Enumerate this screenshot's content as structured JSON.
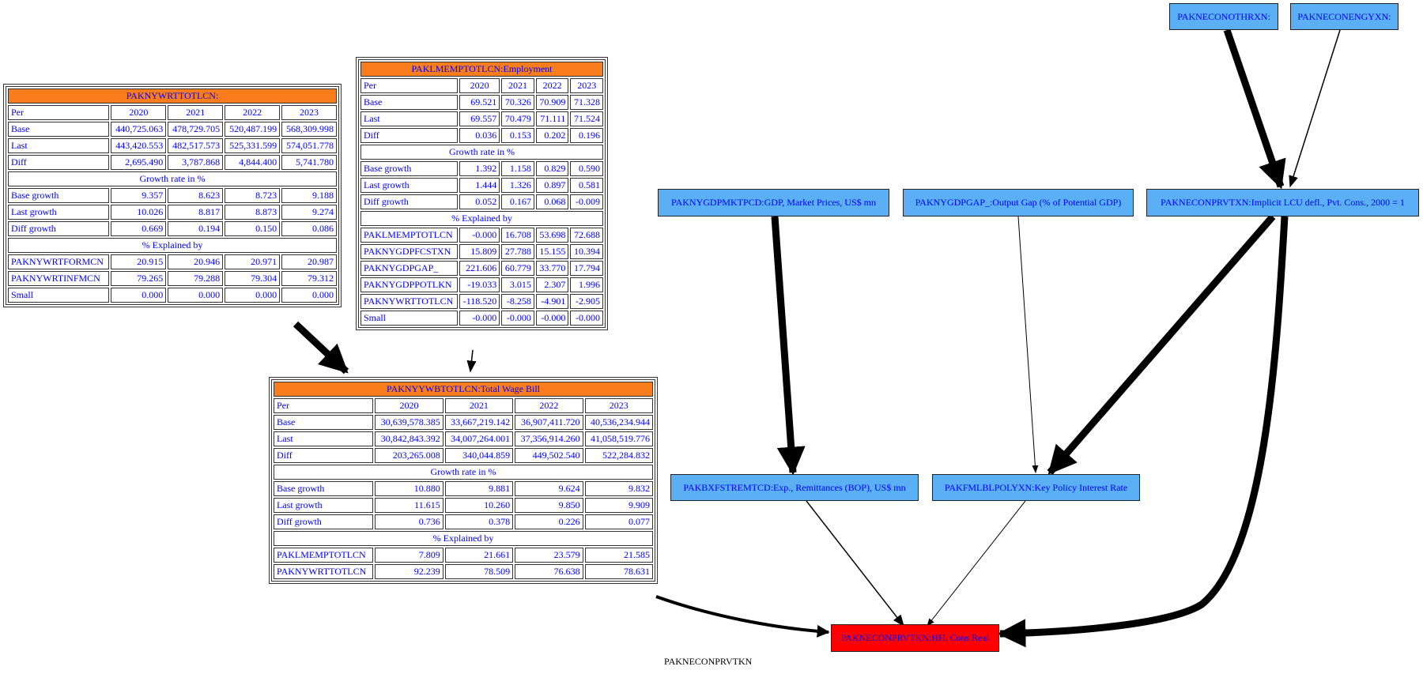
{
  "tables": {
    "wrt": {
      "title": "PAKNYWRTTOTLCN:",
      "header": [
        "Per",
        "2020",
        "2021",
        "2022",
        "2023"
      ],
      "rows1": [
        [
          "Base",
          "440,725.063",
          "478,729.705",
          "520,487.199",
          "568,309.998"
        ],
        [
          "Last",
          "443,420.553",
          "482,517.573",
          "525,331.599",
          "574,051.778"
        ],
        [
          "Diff",
          "2,695.490",
          "3,787.868",
          "4,844.400",
          "5,741.780"
        ]
      ],
      "growth_label": "Growth rate in %",
      "rows2": [
        [
          "Base growth",
          "9.357",
          "8.623",
          "8.723",
          "9.188"
        ],
        [
          "Last growth",
          "10.026",
          "8.817",
          "8.873",
          "9.274"
        ],
        [
          "Diff growth",
          "0.669",
          "0.194",
          "0.150",
          "0.086"
        ]
      ],
      "explained_label": "% Explained by",
      "rows3": [
        [
          "PAKNYWRTFORMCN",
          "20.915",
          "20.946",
          "20.971",
          "20.987"
        ],
        [
          "PAKNYWRTINFMCN",
          "79.265",
          "79.288",
          "79.304",
          "79.312"
        ],
        [
          "Small",
          "0.000",
          "0.000",
          "0.000",
          "0.000"
        ]
      ]
    },
    "emp": {
      "title": "PAKLMEMPTOTLCN:Employment",
      "header": [
        "Per",
        "2020",
        "2021",
        "2022",
        "2023"
      ],
      "rows1": [
        [
          "Base",
          "69.521",
          "70.326",
          "70.909",
          "71.328"
        ],
        [
          "Last",
          "69.557",
          "70.479",
          "71.111",
          "71.524"
        ],
        [
          "Diff",
          "0.036",
          "0.153",
          "0.202",
          "0.196"
        ]
      ],
      "growth_label": "Growth rate in %",
      "rows2": [
        [
          "Base growth",
          "1.392",
          "1.158",
          "0.829",
          "0.590"
        ],
        [
          "Last growth",
          "1.444",
          "1.326",
          "0.897",
          "0.581"
        ],
        [
          "Diff growth",
          "0.052",
          "0.167",
          "0.068",
          "-0.009"
        ]
      ],
      "explained_label": "% Explained by",
      "rows3": [
        [
          "PAKLMEMPTOTLCN",
          "-0.000",
          "16.708",
          "53.698",
          "72.688"
        ],
        [
          "PAKNYGDPFCSTXN",
          "15.809",
          "27.788",
          "15.155",
          "10.394"
        ],
        [
          "PAKNYGDPGAP_",
          "221.606",
          "60.779",
          "33.770",
          "17.794"
        ],
        [
          "PAKNYGDPPOTLKN",
          "-19.033",
          "3.015",
          "2.307",
          "1.996"
        ],
        [
          "PAKNYWRTTOTLCN",
          "-118.520",
          "-8.258",
          "-4.901",
          "-2.905"
        ],
        [
          "Small",
          "-0.000",
          "-0.000",
          "-0.000",
          "-0.000"
        ]
      ]
    },
    "wb": {
      "title": "PAKNYYWBTOTLCN:Total Wage Bill",
      "header": [
        "Per",
        "2020",
        "2021",
        "2022",
        "2023"
      ],
      "rows1": [
        [
          "Base",
          "30,639,578.385",
          "33,667,219.142",
          "36,907,411.720",
          "40,536,234.944"
        ],
        [
          "Last",
          "30,842,843.392",
          "34,007,264.001",
          "37,356,914.260",
          "41,058,519.776"
        ],
        [
          "Diff",
          "203,265.008",
          "340,044.859",
          "449,502.540",
          "522,284.832"
        ]
      ],
      "growth_label": "Growth rate in %",
      "rows2": [
        [
          "Base growth",
          "10.880",
          "9.881",
          "9.624",
          "9.832"
        ],
        [
          "Last growth",
          "11.615",
          "10.260",
          "9.850",
          "9.909"
        ],
        [
          "Diff growth",
          "0.736",
          "0.378",
          "0.226",
          "0.077"
        ]
      ],
      "explained_label": "% Explained by",
      "rows3": [
        [
          "PAKLMEMPTOTLCN",
          "7.809",
          "21.661",
          "23.579",
          "21.585"
        ],
        [
          "PAKNYWRTTOTLCN",
          "92.239",
          "78.509",
          "76.638",
          "78.631"
        ]
      ]
    }
  },
  "nodes": {
    "othrxn": "PAKNECONOTHRXN:",
    "engyxn": "PAKNECONENGYXN:",
    "gdpmkt": "PAKNYGDPMKTPCD:GDP, Market Prices, US$ mn",
    "gdpgap": "PAKNYGDPGAP_:Output Gap (% of Potential GDP)",
    "prvtxn": "PAKNECONPRVTXN:Implicit LCU defl., Pvt. Cons., 2000 = 1",
    "bxfs": "PAKBXFSTREMTCD:Exp., Remittances (BOP), US$ mn",
    "polyxn": "PAKFMLBLPOLYXN:Key Policy Interest Rate",
    "target": "PAKNECONPRVTKN:HH. Cons Real"
  },
  "caption": "PAKNECONPRVTKN",
  "colors": {
    "header": "#f97d1c",
    "node": "#5aaff5",
    "target": "#ff0000",
    "text": "#0000ff"
  }
}
